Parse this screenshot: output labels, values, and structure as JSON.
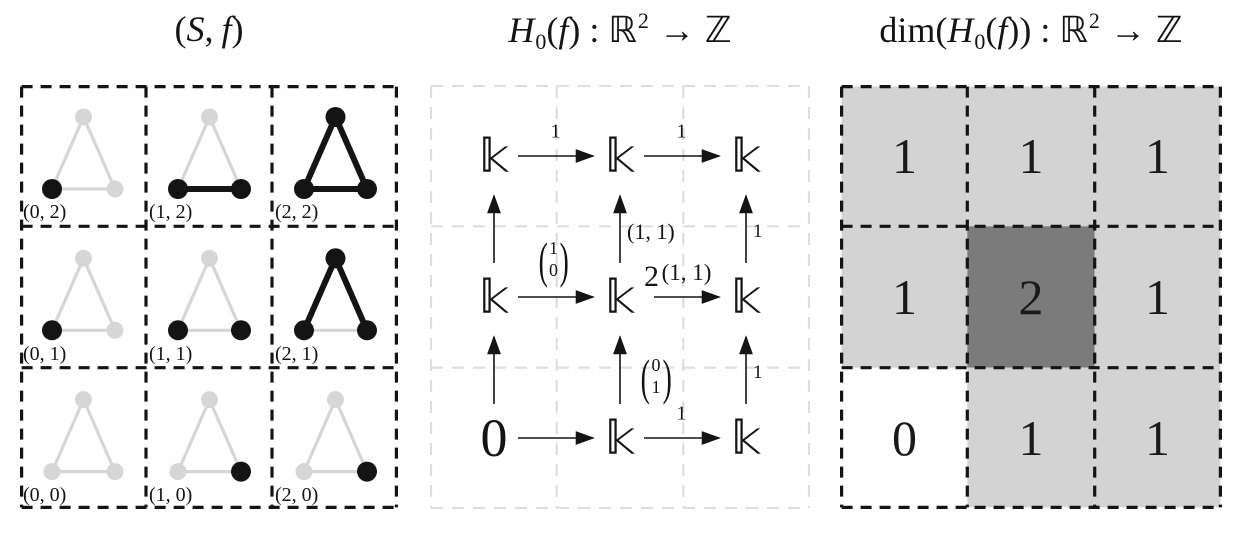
{
  "figure": {
    "colors": {
      "ink": "#141414",
      "inactive_gray": "#d6d6d6",
      "mid_grid_dash": "#dedede",
      "cell_light": "#d3d3d3",
      "cell_dark": "#7b7b7b",
      "cell_white": "#ffffff"
    },
    "left": {
      "title": {
        "open": "(",
        "S": "S",
        "comma": ",",
        "f": "f",
        "close": ")"
      },
      "cells": [
        {
          "label": "(0, 2)",
          "black_vertices": [
            "bl"
          ],
          "black_edges": []
        },
        {
          "label": "(1, 2)",
          "black_vertices": [
            "bl",
            "br"
          ],
          "black_edges": [
            "bottom"
          ]
        },
        {
          "label": "(2, 2)",
          "black_vertices": [
            "bl",
            "br",
            "top"
          ],
          "black_edges": [
            "bottom",
            "left",
            "right"
          ]
        },
        {
          "label": "(0, 1)",
          "black_vertices": [
            "bl"
          ],
          "black_edges": []
        },
        {
          "label": "(1, 1)",
          "black_vertices": [
            "bl",
            "br"
          ],
          "black_edges": []
        },
        {
          "label": "(2, 1)",
          "black_vertices": [
            "bl",
            "br",
            "top"
          ],
          "black_edges": [
            "left",
            "right"
          ]
        },
        {
          "label": "(0, 0)",
          "black_vertices": [],
          "black_edges": []
        },
        {
          "label": "(1, 0)",
          "black_vertices": [
            "br"
          ],
          "black_edges": []
        },
        {
          "label": "(2, 0)",
          "black_vertices": [
            "br"
          ],
          "black_edges": []
        }
      ]
    },
    "middle": {
      "title": {
        "H": "H",
        "sub": "0",
        "open": "(",
        "f": "f",
        "close": ")",
        "colon": ":",
        "R": "ℝ",
        "sup": "2",
        "arrow": "→",
        "Z": "ℤ"
      },
      "nodes": [
        {
          "row": 0,
          "col": 0,
          "text": "𝕜"
        },
        {
          "row": 0,
          "col": 1,
          "text": "𝕜"
        },
        {
          "row": 0,
          "col": 2,
          "text": "𝕜"
        },
        {
          "row": 1,
          "col": 0,
          "text": "𝕜"
        },
        {
          "row": 1,
          "col": 1,
          "text": "𝕜",
          "sup": "2"
        },
        {
          "row": 1,
          "col": 2,
          "text": "𝕜"
        },
        {
          "row": 2,
          "col": 0,
          "text": "0",
          "zero": true
        },
        {
          "row": 2,
          "col": 1,
          "text": "𝕜"
        },
        {
          "row": 2,
          "col": 2,
          "text": "𝕜"
        }
      ],
      "h_arrows": [
        {
          "row": 0,
          "from": 0,
          "to": 1,
          "label": "1"
        },
        {
          "row": 0,
          "from": 1,
          "to": 2,
          "label": "1"
        },
        {
          "row": 1,
          "from": 0,
          "to": 1,
          "colvec": [
            "1",
            "0"
          ]
        },
        {
          "row": 1,
          "from": 1,
          "to": 2,
          "label": "(1, 1)"
        },
        {
          "row": 2,
          "from": 0,
          "to": 1
        },
        {
          "row": 2,
          "from": 1,
          "to": 2,
          "label": "1"
        }
      ],
      "v_arrows": [
        {
          "col": 0,
          "from": 1,
          "to": 0
        },
        {
          "col": 1,
          "from": 1,
          "to": 0,
          "label": "(1, 1)"
        },
        {
          "col": 2,
          "from": 1,
          "to": 0,
          "label": "1"
        },
        {
          "col": 0,
          "from": 2,
          "to": 1
        },
        {
          "col": 1,
          "from": 2,
          "to": 1,
          "colvec": [
            "0",
            "1"
          ]
        },
        {
          "col": 2,
          "from": 2,
          "to": 1,
          "label": "1"
        }
      ]
    },
    "right": {
      "title": {
        "dim": "dim(",
        "H": "H",
        "sub": "0",
        "open": "(",
        "f": "f",
        "close": "))",
        "colon": ":",
        "R": "ℝ",
        "sup": "2",
        "arrow": "→",
        "Z": "ℤ"
      },
      "rows": [
        [
          {
            "value": "1",
            "shade": "light"
          },
          {
            "value": "1",
            "shade": "light"
          },
          {
            "value": "1",
            "shade": "light"
          }
        ],
        [
          {
            "value": "1",
            "shade": "light"
          },
          {
            "value": "2",
            "shade": "dark"
          },
          {
            "value": "1",
            "shade": "light"
          }
        ],
        [
          {
            "value": "0",
            "shade": "white"
          },
          {
            "value": "1",
            "shade": "light"
          },
          {
            "value": "1",
            "shade": "light"
          }
        ]
      ]
    }
  }
}
